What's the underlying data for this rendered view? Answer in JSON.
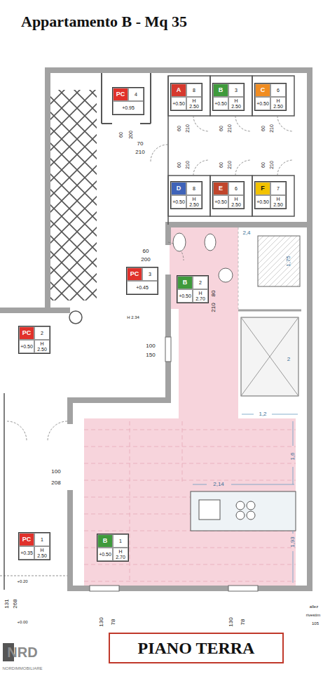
{
  "diagram": {
    "title": "Appartamento B - Mq 35",
    "nodes": [
      {
        "text": [
          "PC",
          "4",
          "+0.95"
        ]
      },
      {
        "text": [
          "A",
          "8",
          "+0.50",
          "H 2.50"
        ]
      },
      {
        "text": [
          "B",
          "3",
          "+0.50",
          "H 2.50"
        ]
      },
      {
        "text": [
          "C",
          "6",
          "+0.50",
          "H 2.50"
        ]
      },
      {
        "text": [
          "D",
          "8",
          "+0.50",
          "H 2.50"
        ]
      },
      {
        "text": [
          "E",
          "6",
          "+0.50",
          "H 2.50"
        ]
      },
      {
        "text": [
          "F",
          "7",
          "+0.50",
          "H 2.50"
        ]
      },
      {
        "text": [
          "PC",
          "3",
          "+0.45"
        ]
      },
      {
        "text": [
          "B",
          "2",
          "+0.50",
          "H 2.70"
        ]
      },
      {
        "text": [
          "PC",
          "2",
          "+0.50",
          "H 2.50"
        ]
      },
      {
        "text": [
          "PC",
          "1",
          "+0.35",
          "H 2.50"
        ]
      },
      {
        "text": [
          "B",
          "1",
          "+0.50",
          "H 2.70"
        ]
      },
      {
        "text": [
          "PIANO TERRA"
        ]
      }
    ],
    "labels": [
      "60",
      "200",
      "70",
      "210",
      "60",
      "210",
      "60",
      "210",
      "60",
      "210",
      "60",
      "210",
      "60",
      "210",
      "60",
      "210",
      "60",
      "200",
      "2,4",
      "1,75",
      "80",
      "210",
      "H 2.34",
      "100",
      "150",
      "2",
      "1,2",
      "1,6",
      "2,14",
      "1,93",
      "100",
      "208",
      "+0.20",
      "131",
      "268",
      "+0.00",
      "130",
      "78",
      "130",
      "78",
      "allez",
      "rivestim",
      "105",
      "NRD",
      "NORDIMMOBILIARE"
    ]
  }
}
